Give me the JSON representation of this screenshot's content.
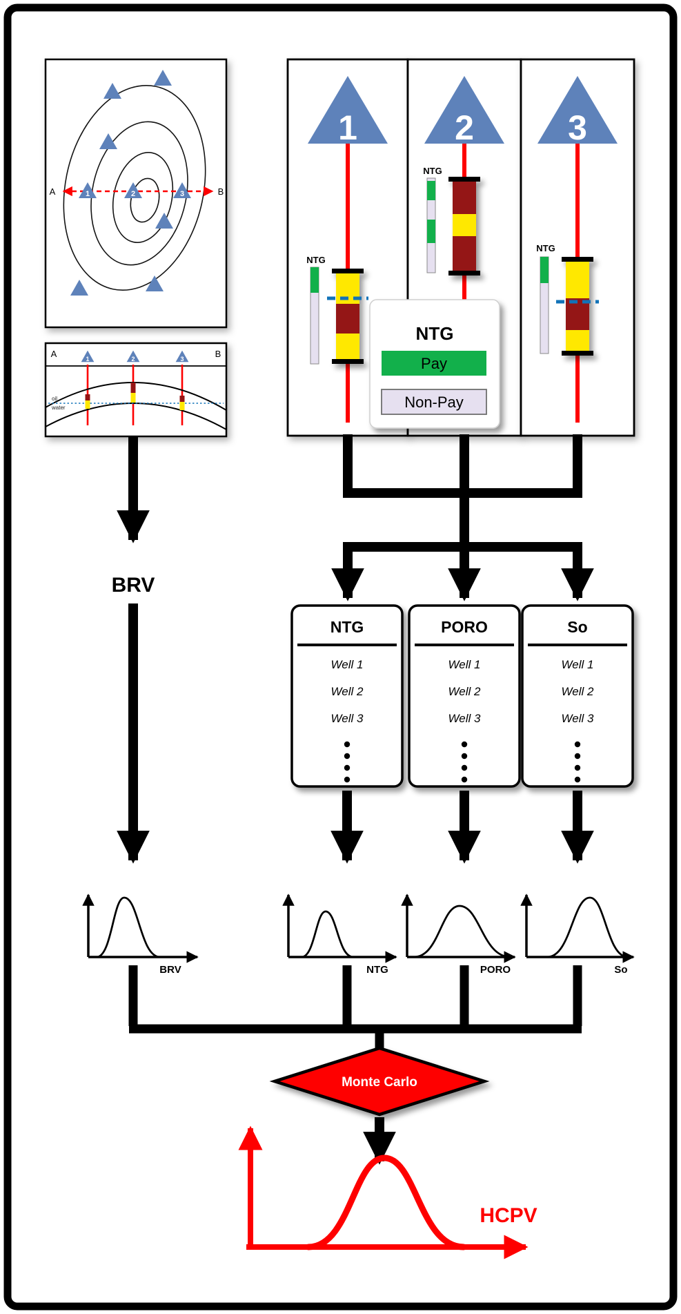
{
  "map": {
    "a": "A",
    "b": "B",
    "wells": [
      "1",
      "2",
      "3"
    ]
  },
  "section": {
    "a": "A",
    "b": "B",
    "wells": [
      "1",
      "2",
      "3"
    ],
    "oil": "oil",
    "water": "water"
  },
  "panels": [
    {
      "num": "1",
      "ntg": "NTG"
    },
    {
      "num": "2",
      "ntg": "NTG"
    },
    {
      "num": "3",
      "ntg": "NTG"
    }
  ],
  "legend": {
    "title": "NTG",
    "pay": "Pay",
    "nonpay": "Non-Pay"
  },
  "brv_label": "BRV",
  "tables": [
    {
      "title": "NTG",
      "rows": [
        "Well 1",
        "Well 2",
        "Well 3"
      ]
    },
    {
      "title": "PORO",
      "rows": [
        "Well 1",
        "Well 2",
        "Well 3"
      ]
    },
    {
      "title": "So",
      "rows": [
        "Well 1",
        "Well 2",
        "Well 3"
      ]
    }
  ],
  "plots": [
    {
      "label": "BRV"
    },
    {
      "label": "NTG"
    },
    {
      "label": "PORO"
    },
    {
      "label": "So"
    }
  ],
  "monte_carlo_label": "Monte Carlo",
  "hcpv_label": "HCPV",
  "colors": {
    "triangle_blue": "#5e82ba",
    "pay_green": "#12b04b",
    "nonpay_lavender": "#e6e0f0",
    "reservoir_yellow": "#ffe800",
    "reservoir_maroon": "#941414",
    "signal_red": "#fe0000",
    "contact_blue": "#1273b8"
  }
}
